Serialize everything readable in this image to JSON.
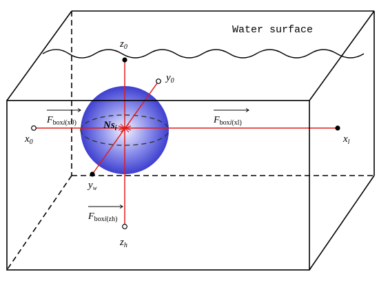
{
  "water_surface_label": "Water surface",
  "center_label": {
    "main": "Ns",
    "sub": "i"
  },
  "axes": {
    "z0": {
      "main": "z",
      "sub": "0"
    },
    "zh": {
      "main": "z",
      "sub": "h"
    },
    "x0": {
      "main": "x",
      "sub": "0"
    },
    "xl": {
      "main": "x",
      "sub": "l"
    },
    "y0": {
      "main": "y",
      "sub": "0"
    },
    "yw": {
      "main": "y",
      "sub": "w"
    }
  },
  "forces": {
    "x0": {
      "main": "F",
      "sub": "box",
      "sub_i": "i",
      "sub_tail": "(x0)"
    },
    "xl": {
      "main": "F",
      "sub": "box",
      "sub_i": "i",
      "sub_tail": "(xl)"
    },
    "zh": {
      "main": "F",
      "sub": "box",
      "sub_i": "i",
      "sub_tail": "(zh)"
    }
  },
  "colors": {
    "axis": "#e21a1a",
    "sphere_center": "#f4f4ff",
    "sphere_mid": "#8b8eea",
    "sphere_edge": "#3d3fcf",
    "lines": "#000000"
  }
}
